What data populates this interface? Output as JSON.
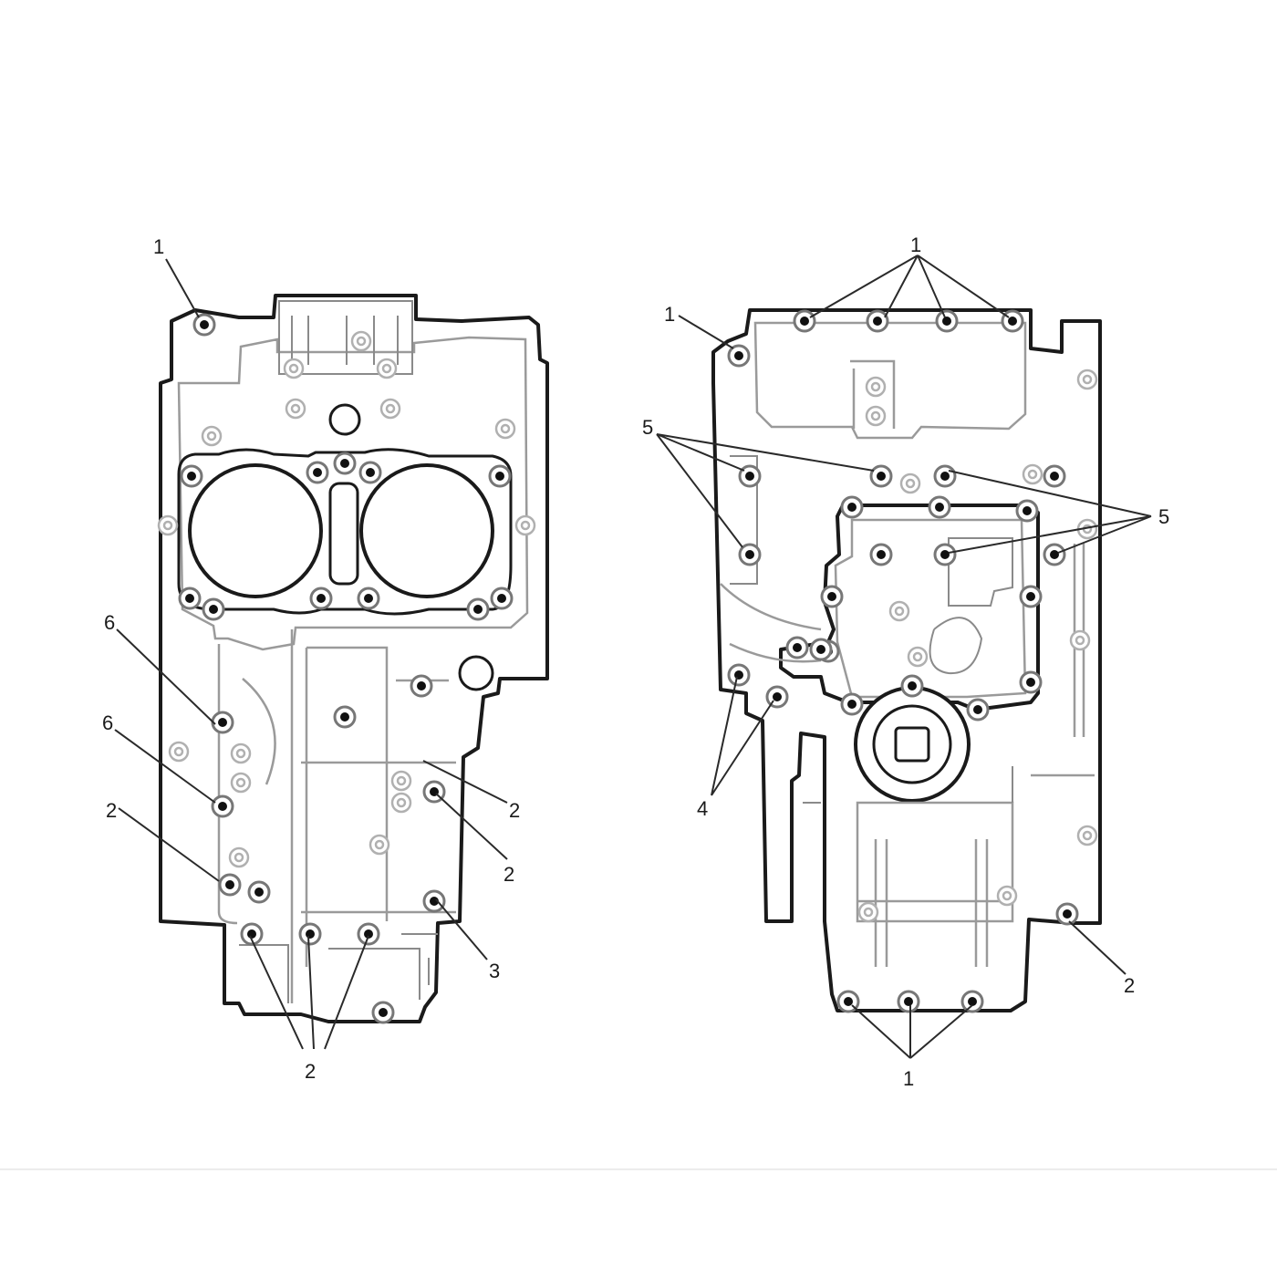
{
  "colors": {
    "line": "#1a1a1a",
    "detail": "#9a9a9a",
    "background": "#ffffff"
  },
  "left_view": {
    "callouts": [
      {
        "id": "l1",
        "text": "1"
      },
      {
        "id": "l6a",
        "text": "6"
      },
      {
        "id": "l6b",
        "text": "6"
      },
      {
        "id": "l2a",
        "text": "2"
      },
      {
        "id": "l2b",
        "text": "2"
      },
      {
        "id": "l2c",
        "text": "2"
      },
      {
        "id": "l3",
        "text": "3"
      },
      {
        "id": "l2d",
        "text": "2"
      }
    ]
  },
  "right_view": {
    "callouts": [
      {
        "id": "r1top",
        "text": "1"
      },
      {
        "id": "r1left",
        "text": "1"
      },
      {
        "id": "r5left",
        "text": "5"
      },
      {
        "id": "r5right",
        "text": "5"
      },
      {
        "id": "r4",
        "text": "4"
      },
      {
        "id": "r2",
        "text": "2"
      },
      {
        "id": "r1bottom",
        "text": "1"
      }
    ]
  }
}
